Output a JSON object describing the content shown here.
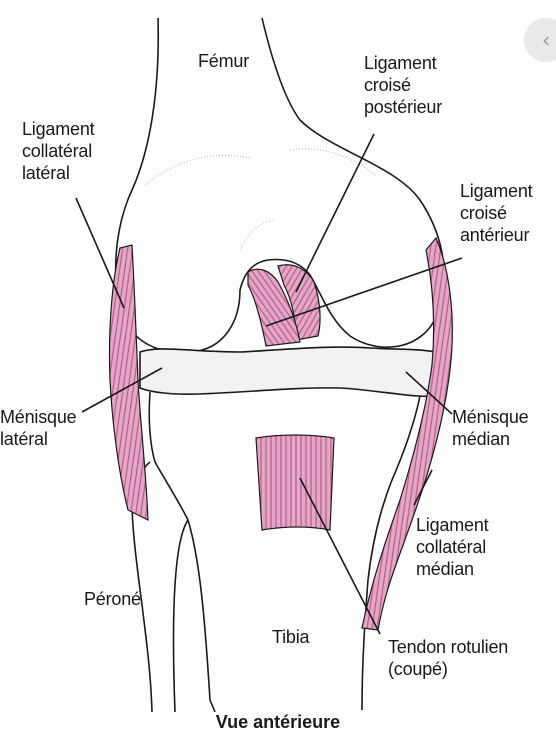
{
  "diagram": {
    "caption": "Vue antérieure",
    "labels": {
      "femur": [
        "Fémur"
      ],
      "posterior_cruciate": [
        "Ligament",
        "croisé",
        "postérieur"
      ],
      "lateral_collateral": [
        "Ligament",
        "collatéral",
        "latéral"
      ],
      "anterior_cruciate": [
        "Ligament",
        "croisé",
        "antérieur"
      ],
      "lateral_meniscus": [
        "Ménisque",
        "latéral"
      ],
      "medial_meniscus": [
        "Ménisque",
        "médian"
      ],
      "medial_collateral": [
        "Ligament",
        "collatéral",
        "médian"
      ],
      "fibula": [
        "Péroné"
      ],
      "tibia": [
        "Tibia"
      ],
      "patellar_tendon": [
        "Tendon rotulien",
        "(coupé)"
      ]
    },
    "colors": {
      "ligament": "#e6a6c8",
      "ligament_stripe": "#b06088",
      "meniscus": "#f2f2f2",
      "outline": "#1a1a1a"
    },
    "corner_icon": "chevron-left-icon"
  }
}
